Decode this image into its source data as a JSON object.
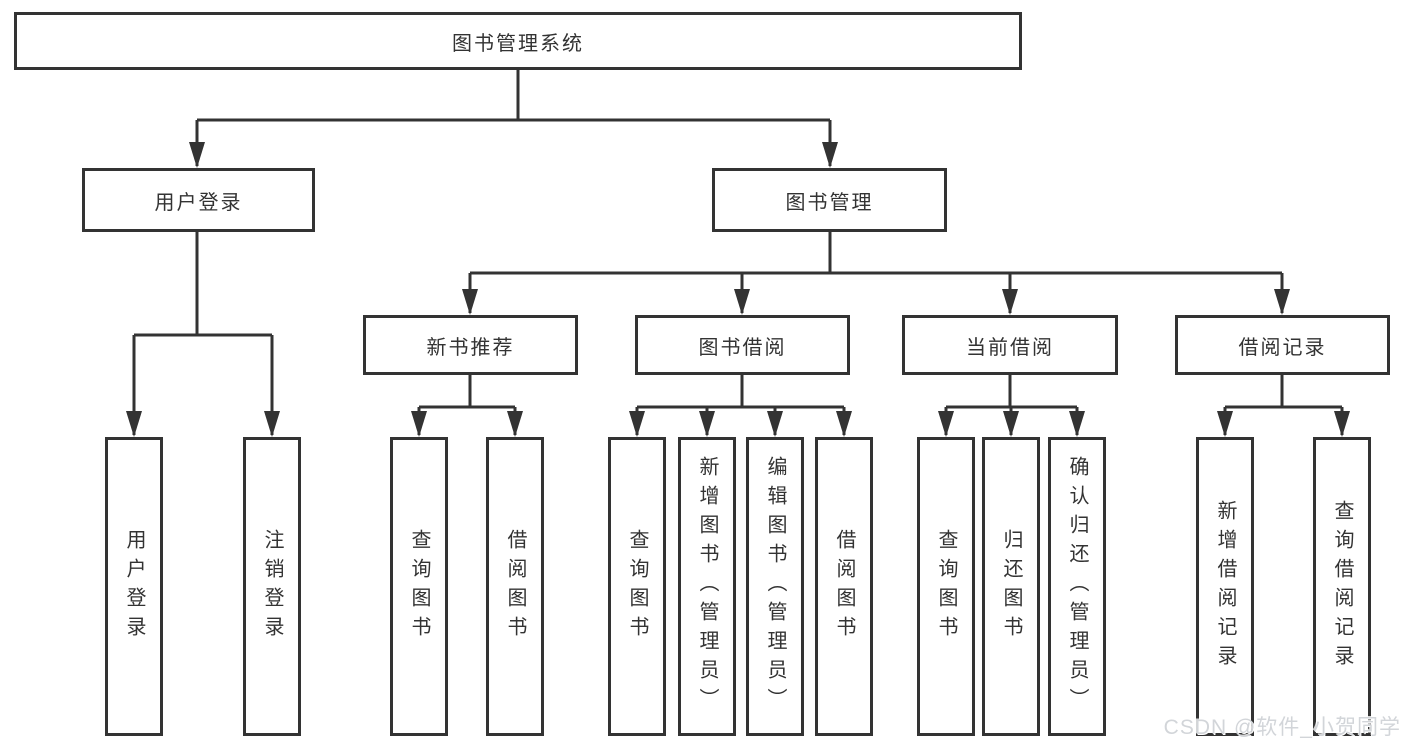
{
  "tree": {
    "label": "图书管理系统",
    "children": [
      {
        "label": "用户登录",
        "children": [
          {
            "label": "用户登录"
          },
          {
            "label": "注销登录"
          }
        ]
      },
      {
        "label": "图书管理",
        "children": [
          {
            "label": "新书推荐",
            "children": [
              {
                "label": "查询图书"
              },
              {
                "label": "借阅图书"
              }
            ]
          },
          {
            "label": "图书借阅",
            "children": [
              {
                "label": "查询图书"
              },
              {
                "label": "新增图书（管理员）"
              },
              {
                "label": "编辑图书（管理员）"
              },
              {
                "label": "借阅图书"
              }
            ]
          },
          {
            "label": "当前借阅",
            "children": [
              {
                "label": "查询图书"
              },
              {
                "label": "归还图书"
              },
              {
                "label": "确认归还（管理员）"
              }
            ]
          },
          {
            "label": "借阅记录",
            "children": [
              {
                "label": "新增借阅记录"
              },
              {
                "label": "查询借阅记录"
              }
            ]
          }
        ]
      }
    ]
  },
  "watermark": "CSDN @软件_小贺同学",
  "colors": {
    "line": "#333333",
    "text": "#333333",
    "background": "#ffffff",
    "watermark": "#d2d5d9"
  }
}
